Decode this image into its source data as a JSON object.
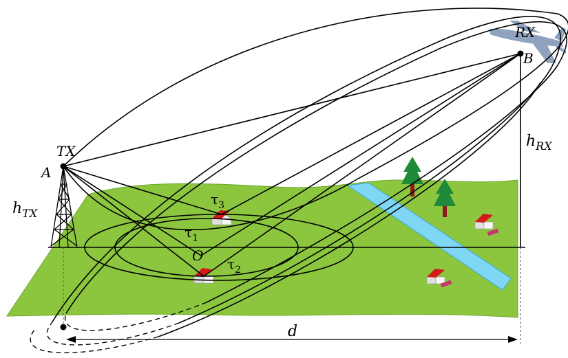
{
  "labels": {
    "tx": "TX",
    "rx": "RX",
    "point_a": "A",
    "point_b": "B",
    "point_o": "O",
    "h_tx_base": "h",
    "h_tx_sub": "TX",
    "h_rx_base": "h",
    "h_rx_sub": "RX",
    "tau1_base": "τ",
    "tau1_sub": "1",
    "tau2_base": "τ",
    "tau2_sub": "2",
    "tau3_base": "τ",
    "tau3_sub": "3",
    "distance": "d"
  },
  "colors": {
    "ground": "#8cc63f",
    "ground_edge": "#6aa82a",
    "river": "#7fd6f5",
    "river_edge": "#3aa8d8",
    "tree": "#1f8a3a",
    "trunk": "#8b1a1a",
    "roof": "#d21a1a",
    "house_wall": "#f2f2f2",
    "aircraft": "#8fa3bf"
  }
}
